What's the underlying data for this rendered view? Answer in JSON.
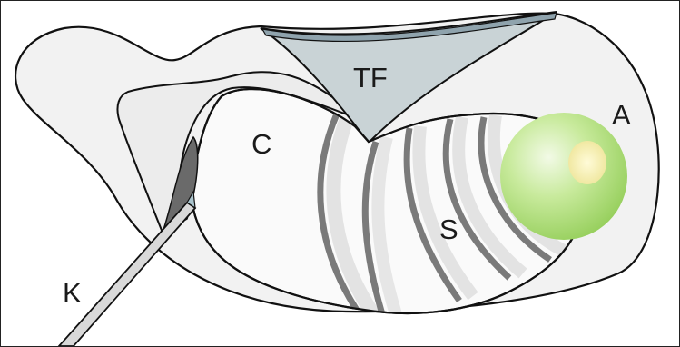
{
  "labels": {
    "tf": "TF",
    "c": "C",
    "a": "A",
    "s": "S",
    "k": "K"
  },
  "colors": {
    "outline": "#111111",
    "organ_fill": "#f2f2f2",
    "body_fill": "#fafafa",
    "tf_fill": "#c9d3d6",
    "tf_rim": "#8fa3ad",
    "band": "#777777",
    "sphere": "#a6dc72",
    "sphere_highlight": "#f6f0b0",
    "instrument": "#d9d9d9"
  }
}
